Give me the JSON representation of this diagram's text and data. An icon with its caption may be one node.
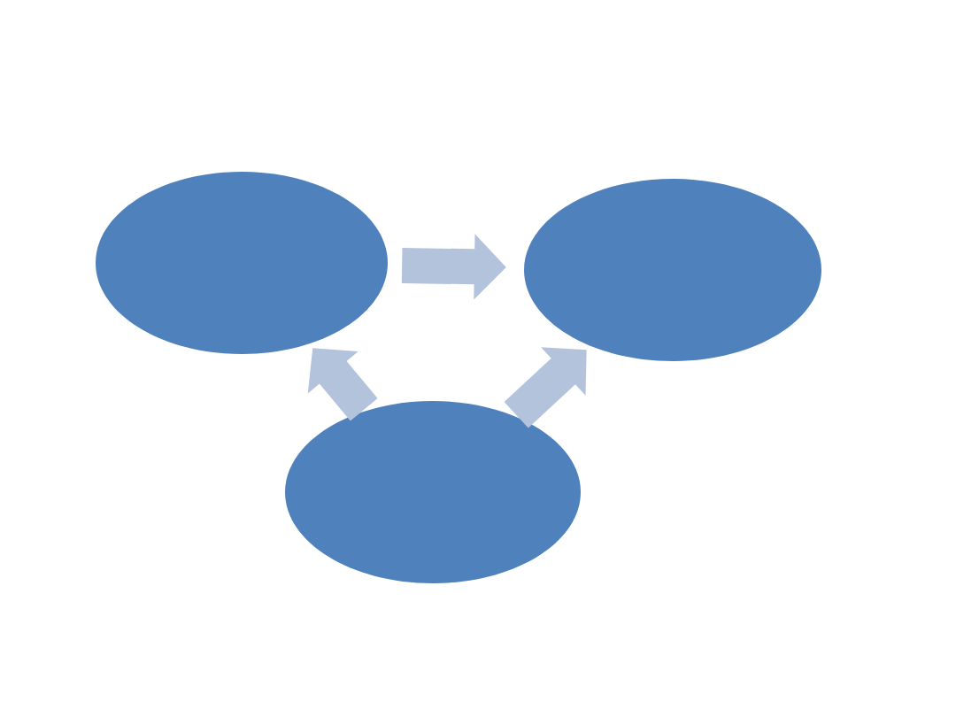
{
  "diagram": {
    "nodes": [
      {
        "text": [],
        "shape": "ellipse"
      },
      {
        "text": [],
        "shape": "ellipse"
      },
      {
        "text": [],
        "shape": "ellipse"
      }
    ],
    "edges": [
      {
        "from": 0,
        "to": 1,
        "arrow": "to"
      },
      {
        "from": 2,
        "to": 0,
        "arrow": "to"
      },
      {
        "from": 2,
        "to": 1,
        "arrow": "to"
      }
    ]
  }
}
